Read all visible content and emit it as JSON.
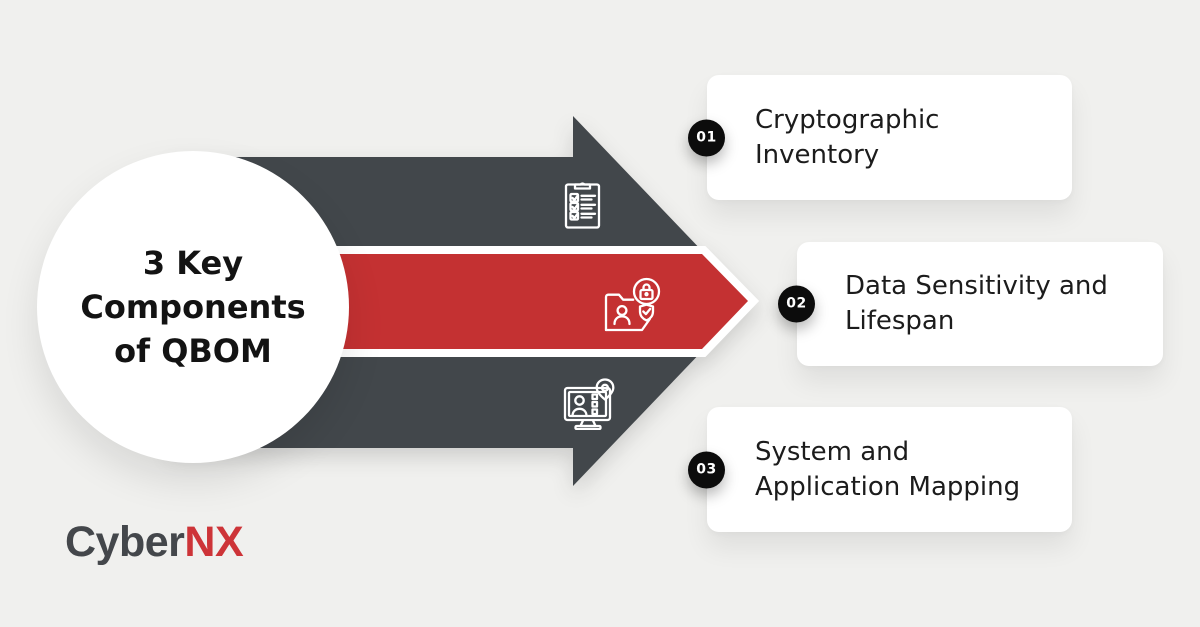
{
  "title_circle": {
    "lines": [
      "3 Key",
      "Components",
      "of QBOM"
    ]
  },
  "cards": [
    {
      "number": "01",
      "line1": "Cryptographic",
      "line2": "Inventory"
    },
    {
      "number": "02",
      "line1": "Data Sensitivity and",
      "line2": "Lifespan"
    },
    {
      "number": "03",
      "line1": "System and",
      "line2": "Application Mapping"
    }
  ],
  "icons": {
    "step1": "checklist-clipboard-icon",
    "step2": "secure-data-folder-icon",
    "step3": "system-mapping-monitor-icon"
  },
  "logo": {
    "prefix": "Cyber",
    "suffix": "NX"
  },
  "colors": {
    "background": "#f0f0ee",
    "arrow_dark": "#42474b",
    "arrow_red": "#c43132",
    "arrow_outline": "#ffffff",
    "badge_black": "#0c0c0c",
    "card_white": "#ffffff",
    "text_dark": "#1c1c1c",
    "logo_gray": "#44474b",
    "logo_red": "#cd3438"
  }
}
